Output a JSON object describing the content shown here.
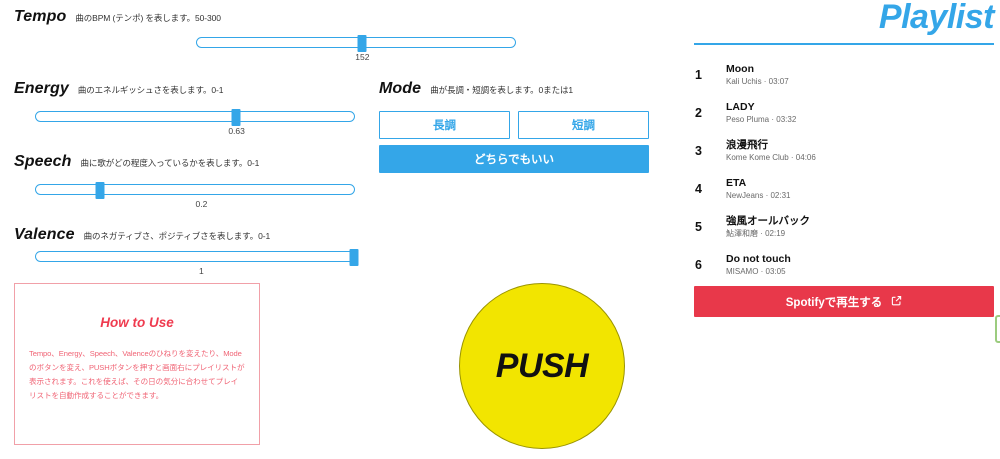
{
  "params": [
    {
      "name": "Tempo",
      "description": "曲のBPM (テンポ) を表します。50-300",
      "value_label": "152",
      "value": 152,
      "min": 50,
      "max": 300
    },
    {
      "name": "Energy",
      "description": "曲のエネルギッシュさを表します。0-1",
      "value_label": "0.63",
      "value": 0.63,
      "min": 0,
      "max": 1
    },
    {
      "name": "Speech",
      "description": "曲に歌がどの程度入っているかを表します。0-1",
      "value_label": "0.2",
      "value": 0.2,
      "min": 0,
      "max": 1
    },
    {
      "name": "Valence",
      "description": "曲のネガティブさ、ポジティブさを表します。0-1",
      "value_label": "1",
      "value": 1,
      "min": 0,
      "max": 1
    }
  ],
  "mode": {
    "name": "Mode",
    "description": "曲が長調・短調を表します。0または1",
    "major_label": "長調",
    "minor_label": "短調",
    "either_label": "どちらでもいい",
    "selected": "either"
  },
  "howto": {
    "title": "How to Use",
    "body": "Tempo、Energy、Speech、Valenceのひねりを変えたり、Modeのボタンを変え、PUSHボタンを押すと画面右にプレイリストが表示されます。これを使えば、その日の気分に合わせてプレイリストを自動作成することができます。"
  },
  "push": {
    "label": "PUSH"
  },
  "playlist": {
    "title": "Playlist",
    "tracks": [
      {
        "index": "1",
        "title": "Moon",
        "artist": "Kali Uchis",
        "duration": "03:07",
        "subtitle": "Kali Uchis · 03:07"
      },
      {
        "index": "2",
        "title": "LADY",
        "artist": "Peso Pluma",
        "duration": "03:32",
        "subtitle": "Peso Pluma · 03:32"
      },
      {
        "index": "3",
        "title": "浪漫飛行",
        "artist": "Kome Kome Club",
        "duration": "04:06",
        "subtitle": "Kome Kome Club · 04:06"
      },
      {
        "index": "4",
        "title": "ETA",
        "artist": "NewJeans",
        "duration": "02:31",
        "subtitle": "NewJeans · 02:31"
      },
      {
        "index": "5",
        "title": "強風オールバック",
        "artist": "鮎澤和磨",
        "duration": "02:19",
        "subtitle": "鮎澤和磨 · 02:19"
      },
      {
        "index": "6",
        "title": "Do not touch",
        "artist": "MISAMO",
        "duration": "03:05",
        "subtitle": "MISAMO · 03:05"
      }
    ],
    "spotify_label": "Spotifyで再生する",
    "spotify_icon": "external-link-icon"
  },
  "colors": {
    "accent_blue": "#34a6e8",
    "spotify_red": "#e8384a",
    "push_yellow": "#f2e500",
    "howto_pink": "#f06576",
    "edge_green": "#9ccc7f"
  }
}
